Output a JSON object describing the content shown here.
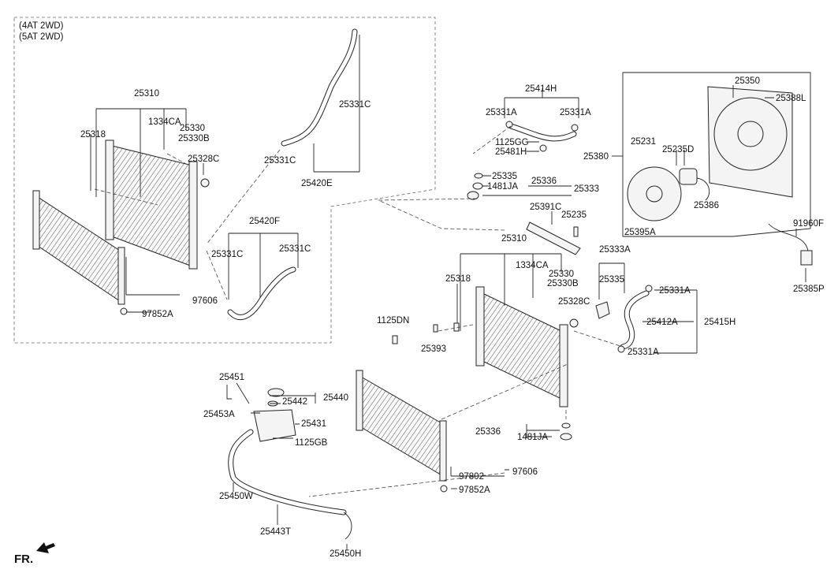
{
  "variant_notes": [
    "(4AT 2WD)",
    "(5AT 2WD)"
  ],
  "fr_label": "FR.",
  "labels": {
    "l25310a": "25310",
    "l1334CAa": "1334CA",
    "l25330a": "25330",
    "l25330Ba": "25330B",
    "l25318a": "25318",
    "l25328Ca": "25328C",
    "l25331Ca1": "25331C",
    "l25331Ca2": "25331C",
    "l25420E": "25420E",
    "l25420F": "25420F",
    "l25331Cb1": "25331C",
    "l25331Cb2": "25331C",
    "l97606a": "97606",
    "l97852Aa": "97852A",
    "l25414H": "25414H",
    "l25331Ab1": "25331A",
    "l25331Ab2": "25331A",
    "l1125GG": "1125GG",
    "l25481H": "25481H",
    "l25335a": "25335",
    "l1481JAa": "1481JA",
    "l25336a": "25336",
    "l25333": "25333",
    "l25391C": "25391C",
    "l25235": "25235",
    "l25310b": "25310",
    "l1334CAb": "1334CA",
    "l25330b": "25330",
    "l25330Bb": "25330B",
    "l25318b": "25318",
    "l25328Cb": "25328C",
    "l1125DN": "1125DN",
    "l25393": "25393",
    "l25333A": "25333A",
    "l25335b": "25335",
    "l25331Ac1": "25331A",
    "l25412A": "25412A",
    "l25415H": "25415H",
    "l25331Ac2": "25331A",
    "l25336b": "25336",
    "l1481JAb": "1481JA",
    "l97802": "97802",
    "l97606b": "97606",
    "l97852Ab": "97852A",
    "l25350": "25350",
    "l25388L": "25388L",
    "l25380": "25380",
    "l25231": "25231",
    "l25235D": "25235D",
    "l25386": "25386",
    "l25395A": "25395A",
    "l91960F": "91960F",
    "l25385P": "25385P",
    "l25451": "25451",
    "l25442": "25442",
    "l25440": "25440",
    "l25453A": "25453A",
    "l25431": "25431",
    "l1125GB": "1125GB",
    "l25450W": "25450W",
    "l25443T": "25443T",
    "l25450H": "25450H"
  }
}
